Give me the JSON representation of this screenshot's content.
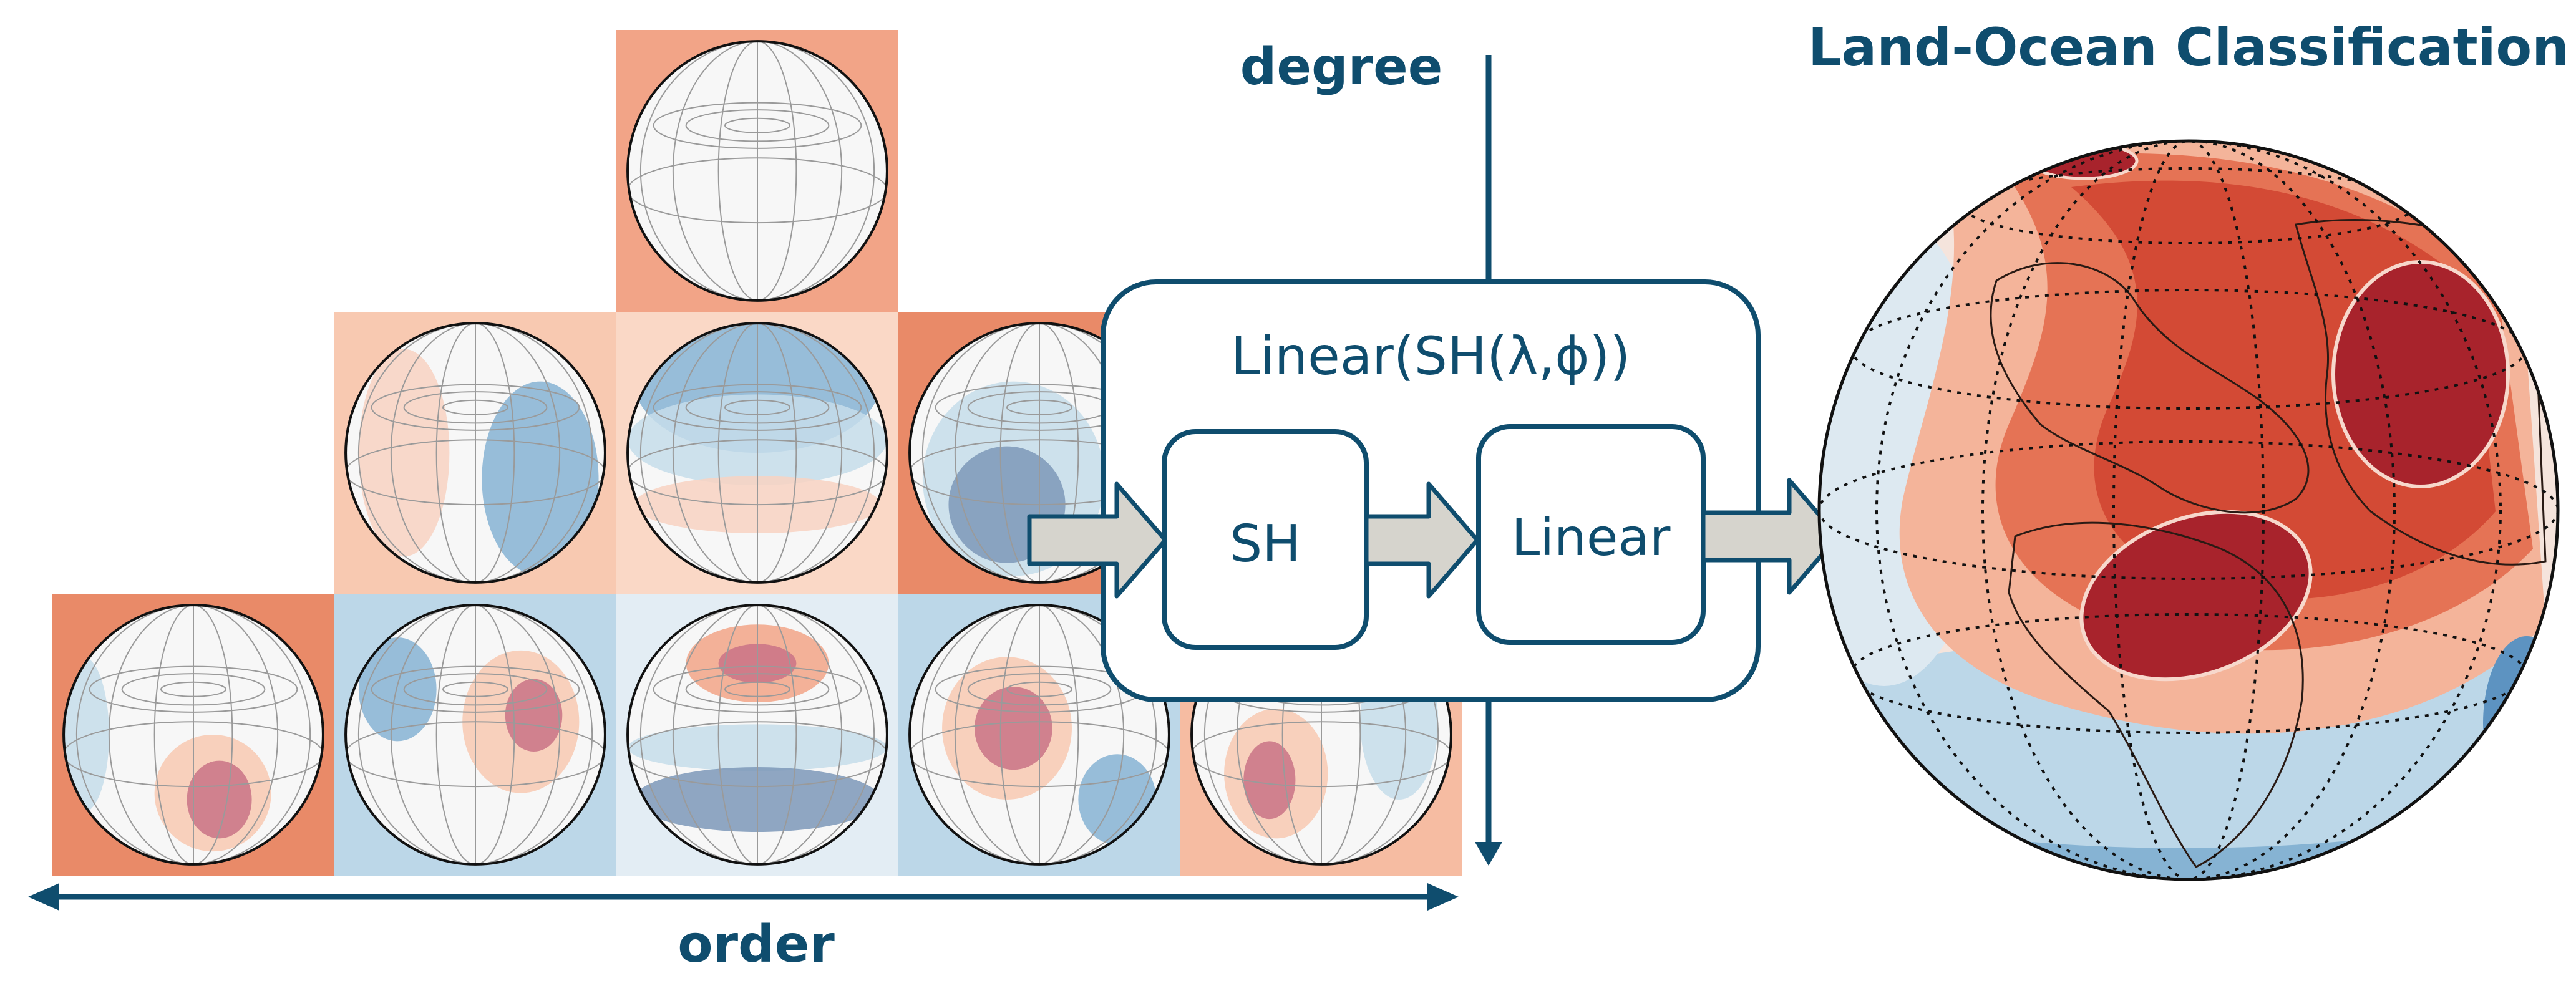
{
  "labels": {
    "degree": "degree",
    "order": "order",
    "title": "Land-Ocean Classification"
  },
  "model": {
    "pipeline_label": "Linear(SH(λ,ϕ))",
    "sh_label": "SH",
    "linear_label": "Linear"
  },
  "colors": {
    "accent": "#0f4d6e",
    "arrow_fill": "#d6d4cd",
    "red_strong": "#a8232c",
    "red_mid": "#d9573f",
    "red_light": "#f2a487",
    "blue_light": "#c5ddea",
    "blue_mid": "#86b3d3",
    "blue_strong": "#4c86b6"
  },
  "harmonics_grid": {
    "rows": [
      {
        "degree": 0,
        "cells": [
          {
            "pattern": "flat",
            "bg": "#f2a487"
          }
        ]
      },
      {
        "degree": 1,
        "cells": [
          {
            "pattern": "lon1",
            "bg": "#f8c9b1"
          },
          {
            "pattern": "zonal1",
            "bg": "#fad8c6"
          },
          {
            "pattern": "lon1b",
            "bg": "#e98a68"
          }
        ]
      },
      {
        "degree": 2,
        "cells": [
          {
            "pattern": "lon2",
            "bg": "#e98a68"
          },
          {
            "pattern": "tess2",
            "bg": "#bcd7e8"
          },
          {
            "pattern": "zonal2",
            "bg": "#e3edf4"
          },
          {
            "pattern": "tess2b",
            "bg": "#bcd7e8"
          },
          {
            "pattern": "lon2b",
            "bg": "#f6bca2"
          }
        ]
      }
    ]
  }
}
